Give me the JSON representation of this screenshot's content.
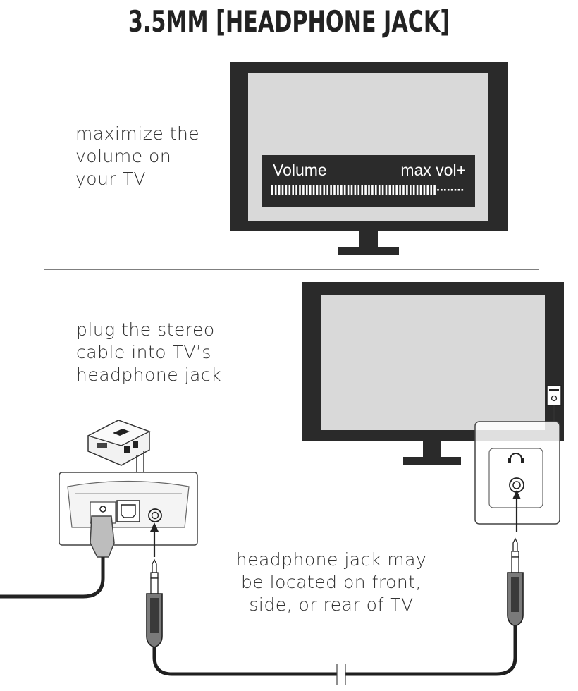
{
  "title": "3.5MM [HEADPHONE JACK]",
  "step1": {
    "caption_lines": [
      "maximize the",
      "volume on",
      "your TV"
    ],
    "osd": {
      "volume_label": "Volume",
      "max_label": "max vol+",
      "level": 0.86
    }
  },
  "step2": {
    "caption_lines": [
      "plug the stereo",
      "cable into TV’s",
      "headphone jack"
    ]
  },
  "note": {
    "caption_lines": [
      "headphone jack may",
      "be located on front,",
      "side, or rear of TV"
    ]
  },
  "colors": {
    "tv_frame": "#2a2a2a",
    "screen": "#d9d9d9",
    "osd_bg": "#2b2b2b",
    "cable": "#1f1f1f"
  },
  "icons": [
    "tv-icon",
    "bluetooth-transmitter-icon",
    "optical-port-icon",
    "headphone-port-icon",
    "headphone-symbol-icon",
    "audio-plug-icon"
  ]
}
